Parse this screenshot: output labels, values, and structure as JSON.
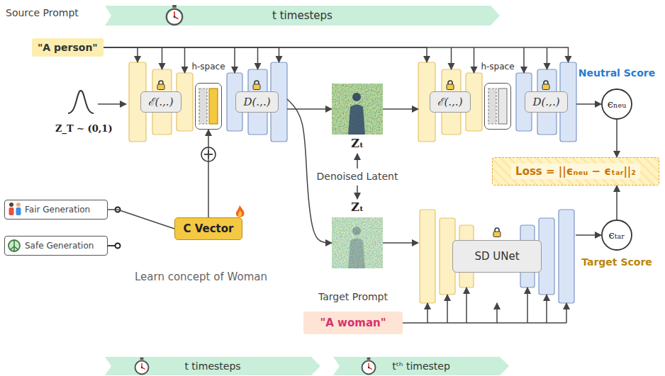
{
  "diagram": {
    "nodes": [
      {
        "text": [
          "Source Prompt",
          "\"A person\""
        ]
      },
      {
        "text": [
          "t timesteps"
        ]
      },
      {
        "text": [
          "ℰ(.,.)"
        ]
      },
      {
        "text": [
          "h-space"
        ]
      },
      {
        "text": [
          "D(.,.)"
        ]
      },
      {
        "text": [
          "Zₜ"
        ]
      },
      {
        "text": [
          "ℰ(.,.)"
        ]
      },
      {
        "text": [
          "h-space"
        ]
      },
      {
        "text": [
          "D(.,.)"
        ]
      },
      {
        "text": [
          "Neutral Score",
          "ϵₙₑᵤ"
        ]
      },
      {
        "text": [
          "Loss = ||ϵₙₑᵤ − ϵₜₐᵣ||₂"
        ]
      },
      {
        "text": [
          "C Vector"
        ]
      },
      {
        "text": [
          "Fair Generation"
        ]
      },
      {
        "text": [
          "Safe Generation"
        ]
      },
      {
        "text": [
          "Zₜ"
        ]
      },
      {
        "text": [
          "SD UNet"
        ]
      },
      {
        "text": [
          "ϵₜₐᵣ",
          "Target Score"
        ]
      },
      {
        "text": [
          "Target Prompt",
          "\"A woman\""
        ]
      },
      {
        "text": [
          "t timesteps"
        ]
      },
      {
        "text": [
          "tᵗʰ timestep"
        ]
      }
    ],
    "edges": [
      {
        "from": 0,
        "to": 2,
        "arrow": "to"
      },
      {
        "from": 0,
        "to": 4,
        "arrow": "to"
      },
      {
        "from": 0,
        "to": 6,
        "arrow": "to"
      },
      {
        "from": 0,
        "to": 8,
        "arrow": "to"
      },
      {
        "from": 4,
        "to": 5,
        "arrow": "to"
      },
      {
        "from": 4,
        "to": 14,
        "arrow": "to"
      },
      {
        "from": 5,
        "to": 6,
        "arrow": "to"
      },
      {
        "from": 8,
        "to": 9,
        "arrow": "to"
      },
      {
        "from": 9,
        "to": 10,
        "arrow": "to"
      },
      {
        "from": 16,
        "to": 10,
        "arrow": "to"
      },
      {
        "from": 15,
        "to": 16,
        "arrow": "to"
      },
      {
        "from": 14,
        "to": 15,
        "arrow": "to"
      },
      {
        "from": 17,
        "to": 15,
        "arrow": "to"
      },
      {
        "from": 11,
        "to": 3,
        "arrow": "to"
      },
      {
        "from": 12,
        "to": 11,
        "arrow": "none"
      }
    ],
    "labels": [
      "Z_T ∼ (0,1)",
      "Denoised Latent",
      "Learn concept of Woman"
    ]
  }
}
